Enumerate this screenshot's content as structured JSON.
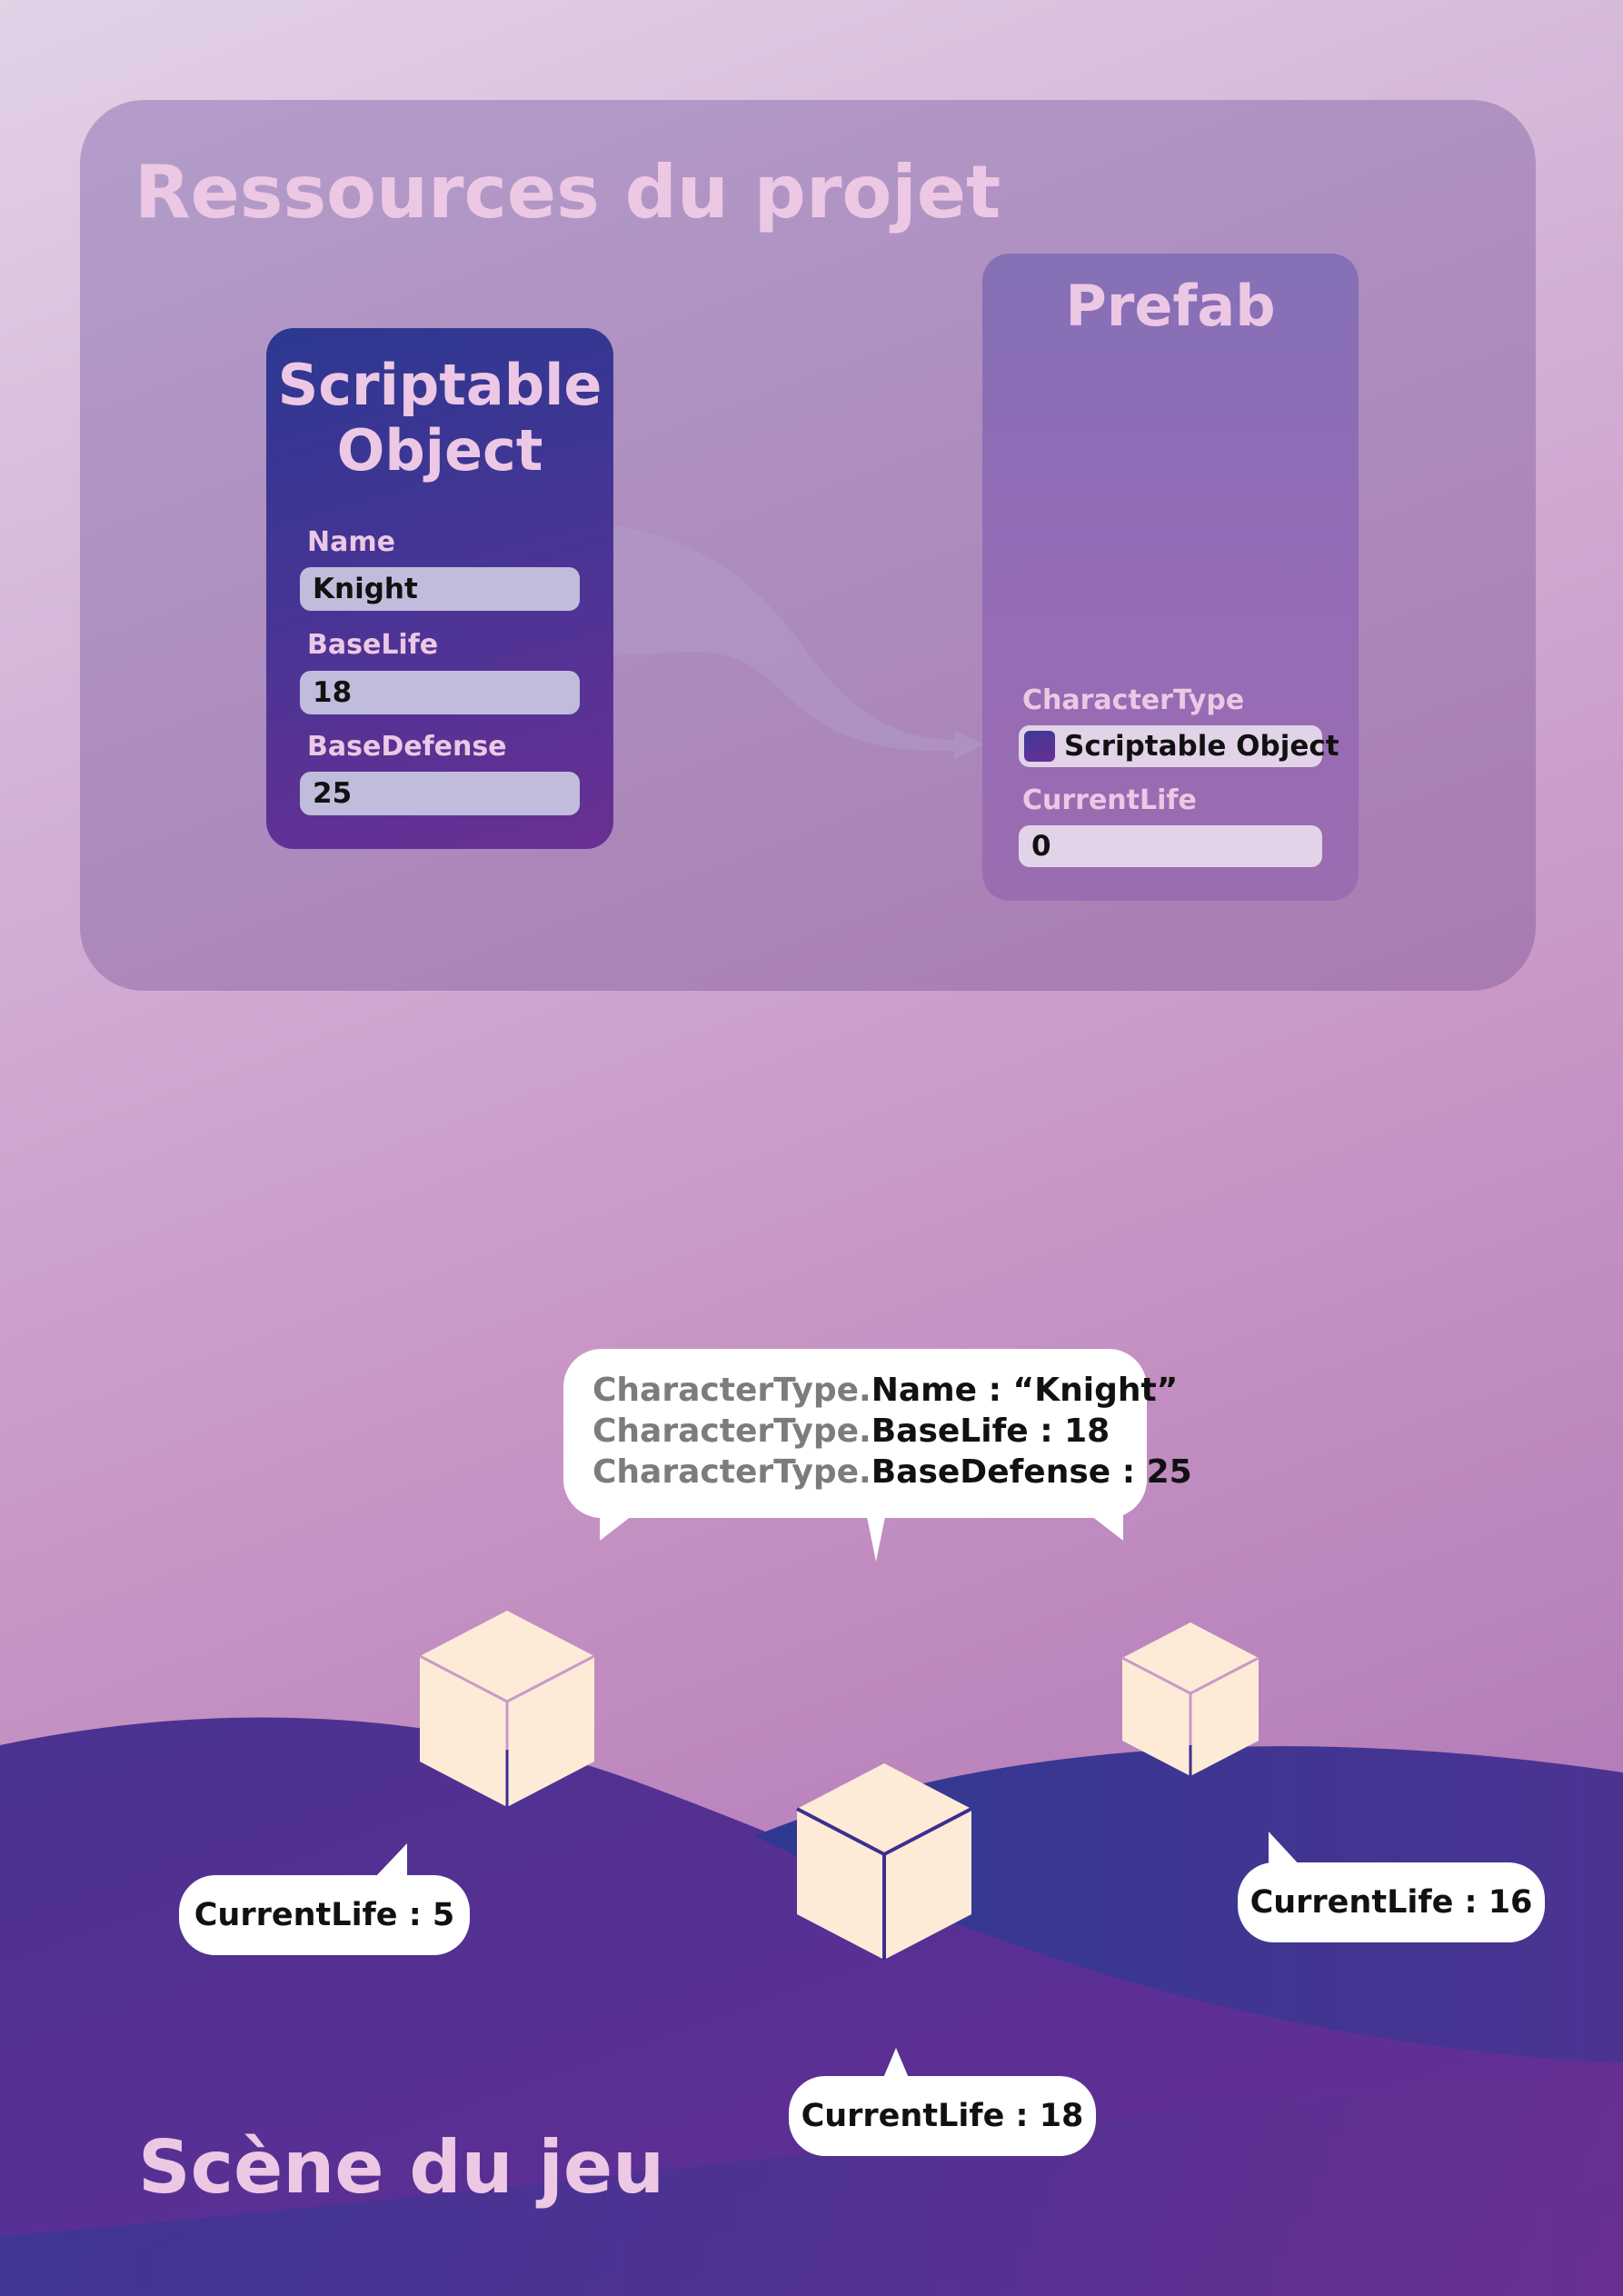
{
  "resources": {
    "title": "Ressources du projet",
    "scriptable_object": {
      "title_line1": "Scriptable",
      "title_line2": "Object",
      "fields": [
        {
          "label": "Name",
          "value": "Knight"
        },
        {
          "label": "BaseLife",
          "value": "18"
        },
        {
          "label": "BaseDefense",
          "value": "25"
        }
      ]
    },
    "prefab": {
      "title": "Prefab",
      "fields": [
        {
          "label": "CharacterType",
          "value": "Scriptable Object"
        },
        {
          "label": "CurrentLife",
          "value": "0"
        }
      ]
    }
  },
  "shared_bubble": {
    "lines": [
      {
        "prefix": "CharacterType.",
        "text": "Name : “Knight”"
      },
      {
        "prefix": "CharacterType.",
        "text": "BaseLife : 18"
      },
      {
        "prefix": "CharacterType.",
        "text": "BaseDefense : 25"
      }
    ]
  },
  "instances": [
    {
      "label": "CurrentLife : 5"
    },
    {
      "label": "CurrentLife : 18"
    },
    {
      "label": "CurrentLife : 16"
    }
  ],
  "scene": {
    "title": "Scène du jeu"
  },
  "colors": {
    "accent_text": "#ecc8e4",
    "card_blue": "#2c3891",
    "card_purple": "#6a2f93",
    "cube_cream": "#fdebd8"
  }
}
